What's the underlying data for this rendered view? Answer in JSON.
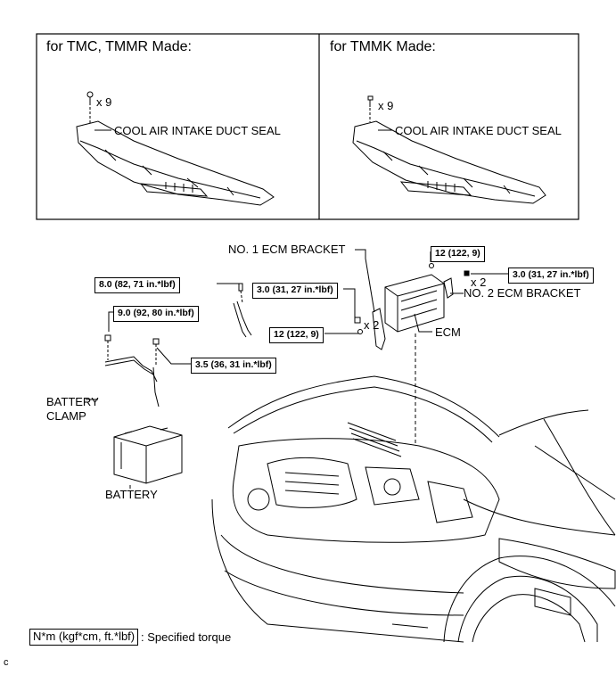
{
  "panels": {
    "left_title": "for TMC, TMMR Made:",
    "right_title": "for TMMK Made:",
    "left_qty": "x 9",
    "right_qty": "x 9",
    "left_part": "COOL AIR INTAKE DUCT SEAL",
    "right_part": "COOL AIR INTAKE DUCT SEAL"
  },
  "labels": {
    "no1_ecm_bracket": "NO. 1 ECM BRACKET",
    "no2_ecm_bracket": "NO. 2 ECM BRACKET",
    "ecm": "ECM",
    "battery_clamp_line1": "BATTERY",
    "battery_clamp_line2": "CLAMP",
    "battery": "BATTERY",
    "qty_ecm_left": "x 2",
    "qty_ecm_right": "x 2"
  },
  "torques": {
    "t_8_0": "8.0 (82, 71 in.*lbf)",
    "t_9_0": "9.0 (92, 80 in.*lbf)",
    "t_3_5": "3.5 (36, 31 in.*lbf)",
    "t_3_0_left": "3.0 (31, 27 in.*lbf)",
    "t_12_left": "12 (122, 9)",
    "t_12_right": "12 (122, 9)",
    "t_3_0_right": "3.0 (31, 27 in.*lbf)"
  },
  "legend": {
    "unit": "N*m (kgf*cm, ft.*lbf)",
    "text": ": Specified torque"
  },
  "footer": {
    "code": "c"
  }
}
